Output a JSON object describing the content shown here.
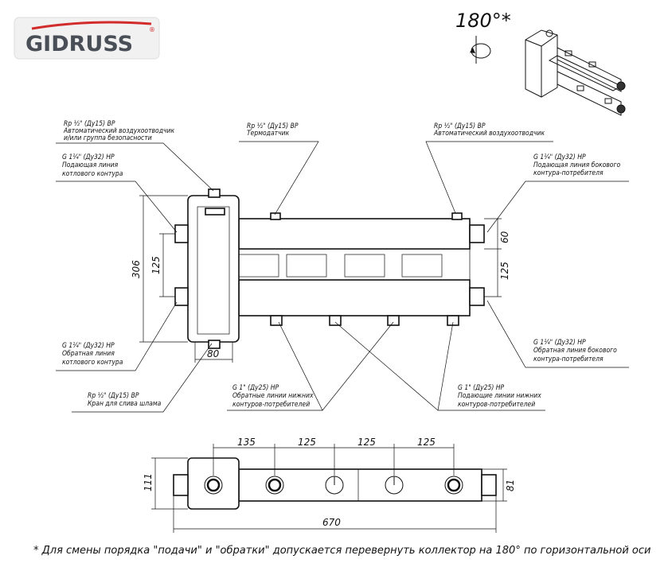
{
  "logo": {
    "text": "GIDRUSS",
    "mark": "®",
    "accent": "#d22b2b",
    "color": "#4a4f57"
  },
  "rotation": {
    "label": "180°*",
    "icon": "rotate-arrow-icon"
  },
  "callouts": {
    "air_vent_left": {
      "spec": "Rp ½\" (Ду15) ВР",
      "line1": "Автоматический воздухоотводчик",
      "line2": "и/или группа безопасности"
    },
    "boiler_supply": {
      "spec": "G 1¼\" (Ду32) НР",
      "line1": "Подающая линия",
      "line2": "котлового контура"
    },
    "thermo": {
      "spec": "Rp ½\" (Ду15) ВР",
      "line1": "Термодатчик"
    },
    "air_vent_right": {
      "spec": "Rp ½\" (Ду15) ВР",
      "line1": "Автоматический воздухоотводчик"
    },
    "side_supply": {
      "spec": "G 1¼\" (Ду32) НР",
      "line1": "Подающая линия бокового",
      "line2": "контура-потребителя"
    },
    "boiler_return": {
      "spec": "G 1¼\" (Ду32) НР",
      "line1": "Обратная линия",
      "line2": "котлового контура"
    },
    "drain": {
      "spec": "Rp ½\" (Ду15) ВР",
      "line1": "Кран для слива шлама"
    },
    "lower_returns": {
      "spec": "G 1\" (Ду25) НР",
      "line1": "Обратные линии нижних",
      "line2": "контуров-потребителей"
    },
    "lower_supplies": {
      "spec": "G 1\" (Ду25) НР",
      "line1": "Подающие линии нижних",
      "line2": "контуров-потребителей"
    },
    "side_return": {
      "spec": "G 1¼\" (Ду32) НР",
      "line1": "Обратная линия бокового",
      "line2": "контура-потребителя"
    }
  },
  "dimensions": {
    "front": {
      "height_total": "306",
      "port_spacing_left": "125",
      "separator_width": "80",
      "top_offset_right": "60",
      "port_spacing_right": "125"
    },
    "top": {
      "first_spacing": "135",
      "spacings": [
        "125",
        "125",
        "125"
      ],
      "depth_left": "111",
      "depth_right": "81",
      "total_length": "670"
    }
  },
  "footnote": "* Для смены порядка \"подачи\" и \"обратки\" допускается перевернуть коллектор на 180° по горизонтальной оси"
}
